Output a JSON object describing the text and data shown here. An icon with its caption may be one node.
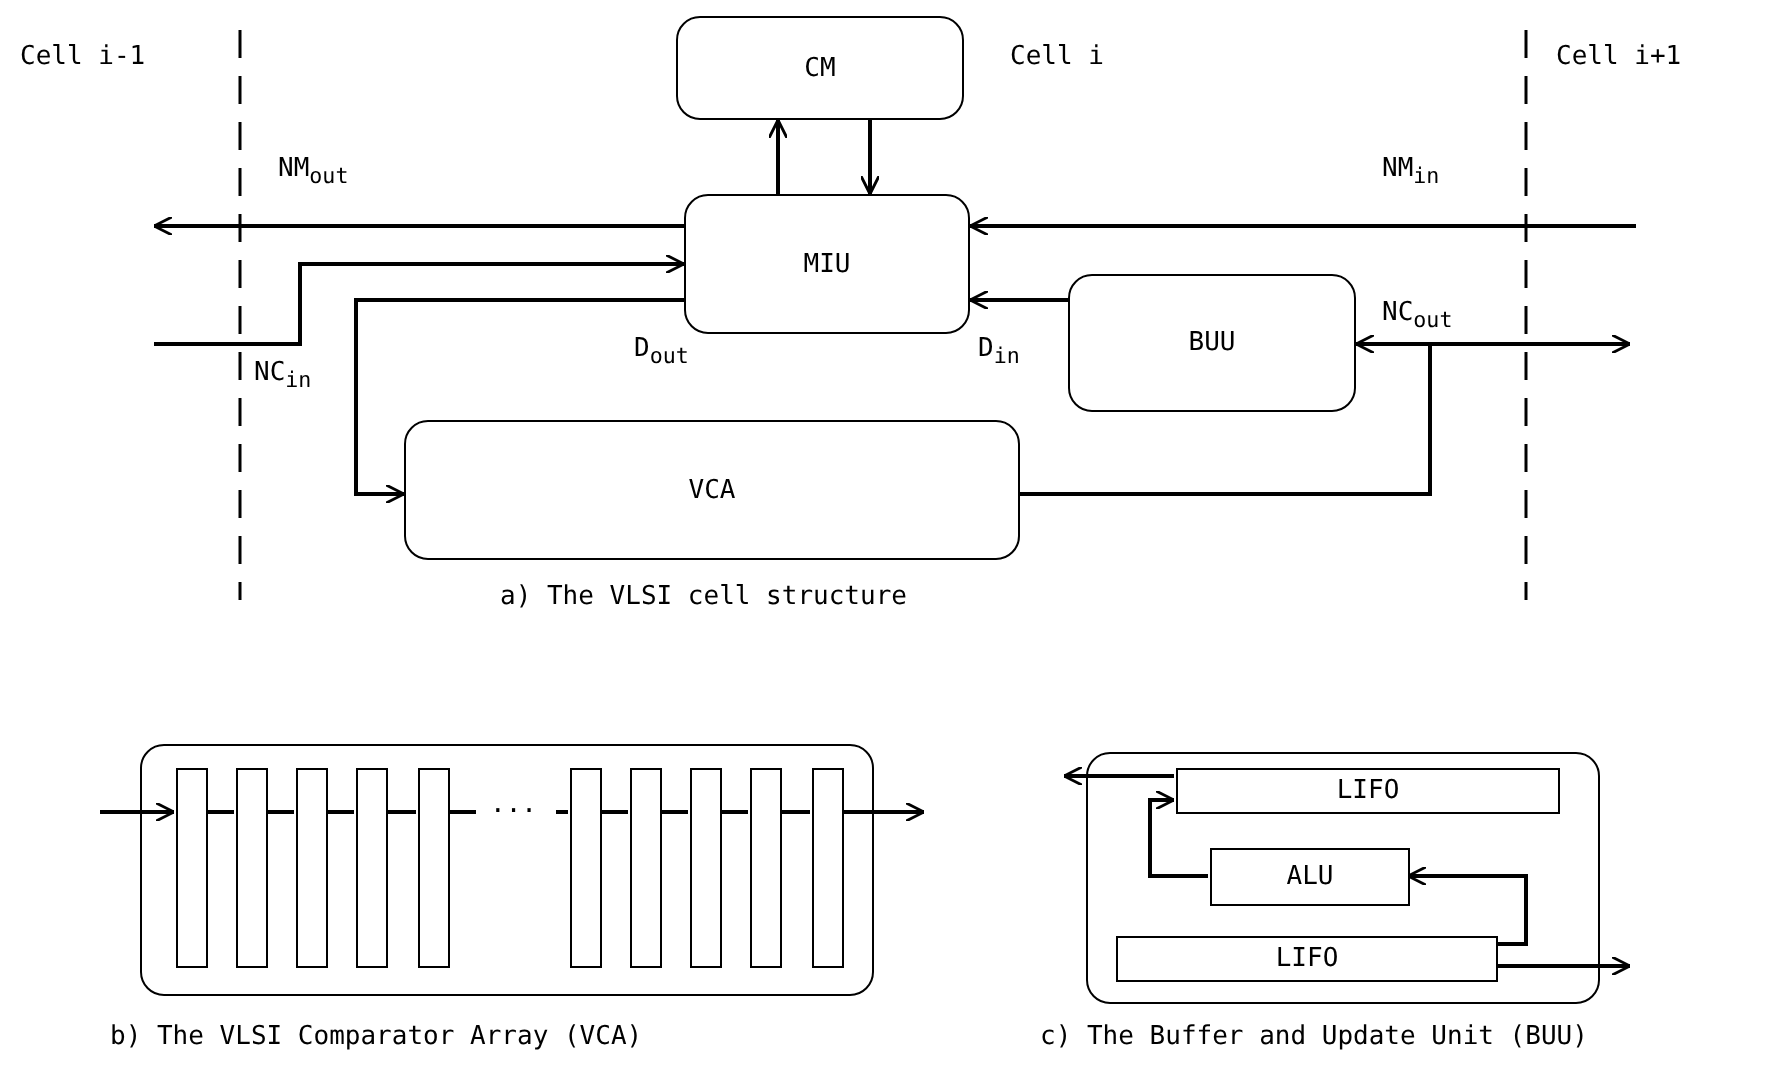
{
  "diagram": {
    "nodes": [
      {
        "text": [
          "CM"
        ]
      },
      {
        "text": [
          "MIU"
        ]
      },
      {
        "text": [
          "BUU"
        ]
      },
      {
        "text": [
          "VCA"
        ]
      },
      {
        "text": [],
        "shape": "box"
      },
      {
        "text": [],
        "shape": "bar",
        "in": 4
      },
      {
        "text": [],
        "shape": "bar",
        "in": 4
      },
      {
        "text": [],
        "shape": "bar",
        "in": 4
      },
      {
        "text": [],
        "shape": "bar",
        "in": 4
      },
      {
        "text": [],
        "shape": "bar",
        "in": 4
      },
      {
        "text": [],
        "shape": "bar",
        "in": 4
      },
      {
        "text": [],
        "shape": "bar",
        "in": 4
      },
      {
        "text": [],
        "shape": "bar",
        "in": 4
      },
      {
        "text": [],
        "shape": "bar",
        "in": 4
      },
      {
        "text": [],
        "shape": "bar",
        "in": 4
      },
      {
        "text": [],
        "shape": "box"
      },
      {
        "text": [
          "LIFO"
        ],
        "in": 15
      },
      {
        "text": [
          "ALU"
        ],
        "in": 15
      },
      {
        "text": [
          "LIFO"
        ],
        "in": 15
      }
    ],
    "edges": [
      {
        "from": 1,
        "to": 0,
        "arrow": "to"
      },
      {
        "from": 0,
        "to": 1,
        "arrow": "to"
      },
      {
        "from": 1,
        "to": null,
        "arrow": "to",
        "label": "NM$_{out}$"
      },
      {
        "from": null,
        "to": 1,
        "arrow": "to",
        "label": "NM$_{in}$"
      },
      {
        "from": null,
        "to": 1,
        "arrow": "to",
        "label": "NC$_{in}$"
      },
      {
        "from": 1,
        "to": 3,
        "arrow": "to",
        "label": "D$_{out}$"
      },
      {
        "from": 2,
        "to": 1,
        "arrow": "to",
        "label": "D$_{in}$"
      },
      {
        "from": 3,
        "to": 2,
        "arrow": "to"
      },
      {
        "from": 3,
        "to": null,
        "arrow": "to",
        "label": "NC$_{out}$"
      },
      {
        "from": null,
        "to": 5,
        "arrow": "to"
      },
      {
        "from": 5,
        "to": 6,
        "arrow": "none"
      },
      {
        "from": 6,
        "to": 7,
        "arrow": "none"
      },
      {
        "from": 7,
        "to": 8,
        "arrow": "none"
      },
      {
        "from": 8,
        "to": 9,
        "arrow": "none"
      },
      {
        "from": 9,
        "to": 10,
        "arrow": "none",
        "label": "..."
      },
      {
        "from": 10,
        "to": 11,
        "arrow": "none"
      },
      {
        "from": 11,
        "to": 12,
        "arrow": "none"
      },
      {
        "from": 12,
        "to": 13,
        "arrow": "none"
      },
      {
        "from": 13,
        "to": 14,
        "arrow": "none"
      },
      {
        "from": 14,
        "to": null,
        "arrow": "to"
      },
      {
        "from": 16,
        "to": null,
        "arrow": "to"
      },
      {
        "from": 17,
        "to": 16,
        "arrow": "to"
      },
      {
        "from": 18,
        "to": 17,
        "arrow": "to"
      },
      {
        "from": 18,
        "to": null,
        "arrow": "to"
      }
    ],
    "labels": [
      "Cell i-1",
      "Cell i",
      "Cell i+1",
      "a) The VLSI cell structure",
      "b) The VLSI Comparator Array (VCA)",
      "c) The Buffer and Update Unit (BUU)"
    ]
  }
}
